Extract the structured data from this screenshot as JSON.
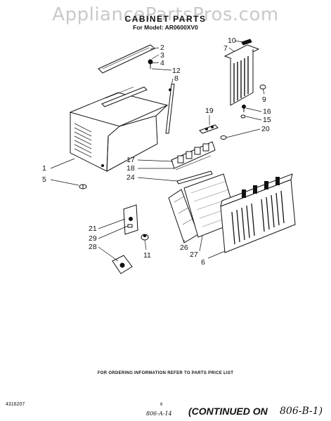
{
  "watermark": "AppliancePartsPros.com",
  "title": "CABINET PARTS",
  "subtitle": "For Model: AR0600XV0",
  "callouts": [
    "2",
    "3",
    "4",
    "12",
    "8",
    "10",
    "7",
    "9",
    "16",
    "15",
    "19",
    "20",
    "17",
    "18",
    "24",
    "1",
    "5",
    "21",
    "29",
    "28",
    "11",
    "26",
    "27",
    "6"
  ],
  "footer": {
    "ordering_note": "FOR ORDERING INFORMATION REFER TO PARTS PRICE LIST",
    "doc_number": "4316207",
    "page_number": "6",
    "handwritten_left": "806-A-14",
    "continued_label": "(CONTINUED ON",
    "handwritten_right": "806-B-1)"
  }
}
